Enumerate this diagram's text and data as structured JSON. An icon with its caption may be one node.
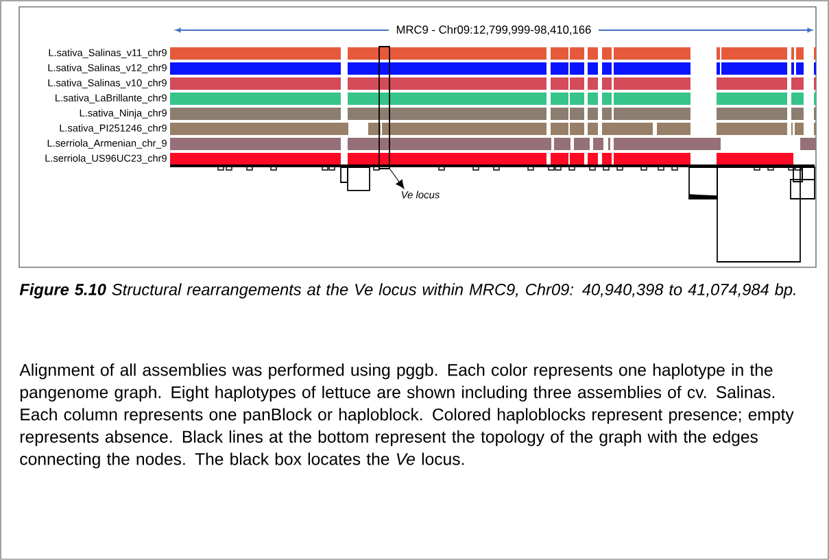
{
  "diagram": {
    "caption": "**Figure 5.10** Structural rearrangements at the *Ve* locus within MRC9, Chr09: 40,940,398 to 41,074,984 bp.",
    "nodes": [
      {
        "text": [],
        "shape": "box"
      },
      {
        "text": [
          "Ve locus"
        ]
      }
    ],
    "edges": [
      {
        "from": 0,
        "to": 1,
        "arrow": "to"
      }
    ],
    "labels": [
      "MRC9 - Chr09:12,799,999-98,410,166",
      "L.sativa_Salinas_v11_chr9",
      "L.sativa_Salinas_v12_chr9",
      "L.sativa_Salinas_v10_chr9",
      "L.sativa_LaBrillante_chr9",
      "L.sativa_Ninja_chr9",
      "L.sativa_PI251246_chr9",
      "L.serriola_Armenian_chr_9",
      "L.serriola_US96UC23_chr9",
      "Alignment of all assemblies was performed using pggb. Each color represents one haplotype in the pangenome graph. Eight haplotypes of lettuce are shown including three assemblies of cv. Salinas.  Each column represents one panBlock or haploblock. Colored haploblocks represent presence; empty represents absence. Black lines at the bottom represent the topology of the graph with the edges connecting the nodes. The black box locates the *Ve* locus."
    ]
  }
}
